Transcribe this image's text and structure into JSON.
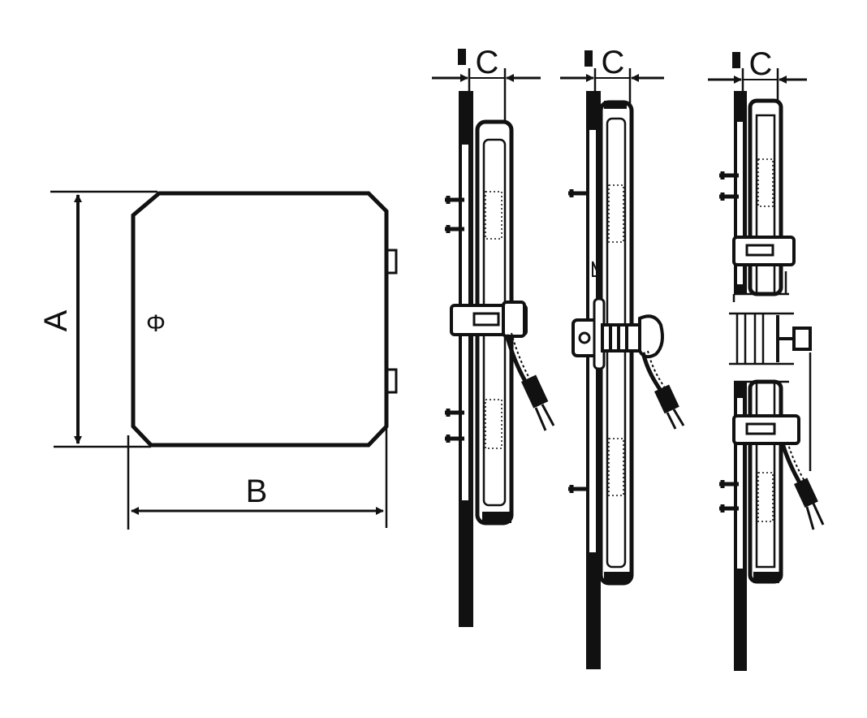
{
  "labels": {
    "height": "A",
    "width": "B",
    "depth": "C",
    "hinge_symbol": "Φ"
  },
  "colors": {
    "ink": "#111111",
    "paper": "#ffffff"
  }
}
